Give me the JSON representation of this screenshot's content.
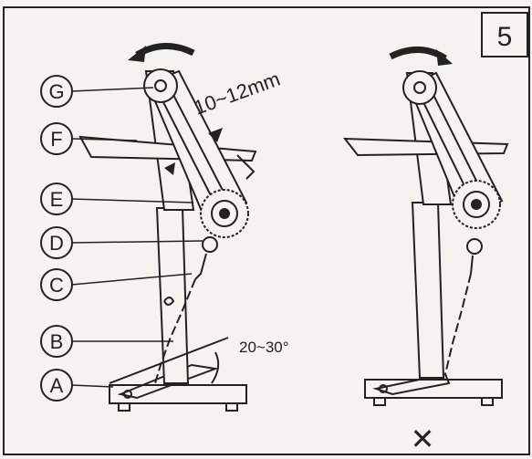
{
  "step_number": "5",
  "callouts": [
    {
      "id": "G",
      "letter": "G"
    },
    {
      "id": "F",
      "letter": "F"
    },
    {
      "id": "E",
      "letter": "E"
    },
    {
      "id": "D",
      "letter": "D"
    },
    {
      "id": "C",
      "letter": "C"
    },
    {
      "id": "B",
      "letter": "B"
    },
    {
      "id": "A",
      "letter": "A"
    }
  ],
  "belt_tension_label": "10~12mm",
  "angle_label": "20~30°",
  "incorrect_mark": "✕",
  "colors": {
    "line": "#222222",
    "paper": "#f4f3ef",
    "accent_red": "#c0392b"
  }
}
